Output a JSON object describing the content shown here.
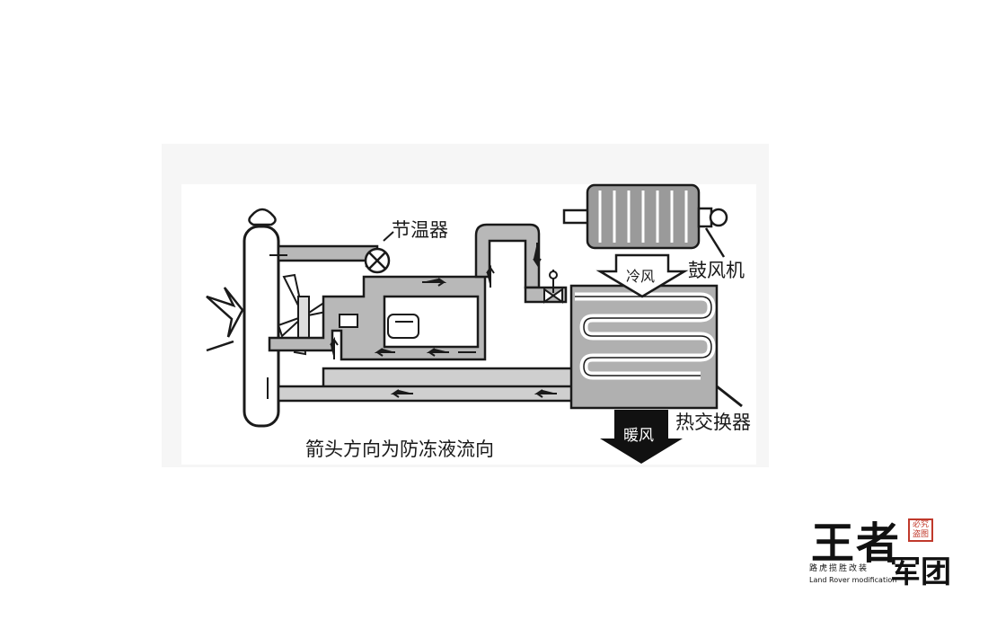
{
  "diagram": {
    "labels": {
      "thermostat": "节温器",
      "blower": "鼓风机",
      "cold_air": "冷风",
      "heat_exchanger": "热交换器",
      "warm_air": "暖风",
      "caption": "箭头方向为防冻液流向"
    },
    "colors": {
      "pipe_fill": "#b8b8b8",
      "pipe_stroke": "#1a1a1a",
      "background": "#ffffff",
      "panel": "#f4f4f4",
      "warm_arrow": "#111111"
    }
  },
  "logo": {
    "title": "王者",
    "title2": "军团",
    "subtitle": "路虎揽胜改装",
    "english": "Land Rover modification",
    "seal": "必究盗图",
    "seal_color": "#c0392b"
  }
}
